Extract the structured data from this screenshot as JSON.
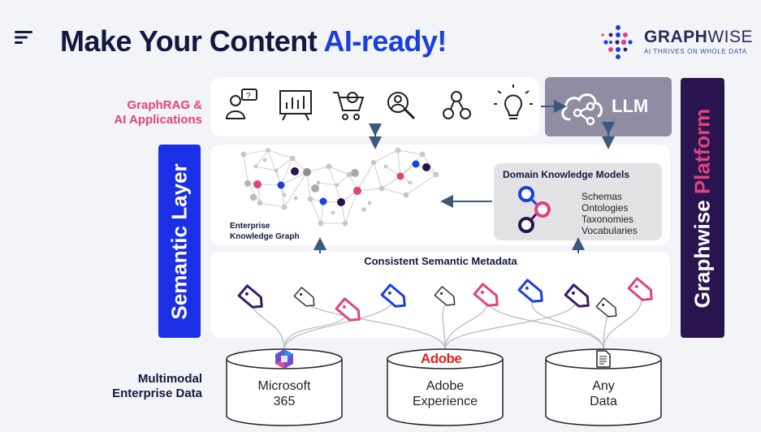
{
  "header": {
    "title_main": "Make Your Content ",
    "title_highlight": "AI-ready!",
    "brand_name_a": "GRAPH",
    "brand_name_b": "WISE",
    "brand_tagline": "AI THRIVES ON WHOLE DATA",
    "menu_icon": "menu-icon"
  },
  "left_labels": {
    "graphrag": "GraphRAG &\nAI Applications",
    "multimodal": "Multimodal\nEnterprise Data"
  },
  "semantic_layer": {
    "label": "Semantic Layer",
    "color": "#1a2fe6"
  },
  "platform": {
    "label_a": "Graphwise ",
    "label_b": "Platform",
    "color": "#2a1450",
    "accent": "#e0427e"
  },
  "apps": {
    "icons": [
      "user-question-icon",
      "presentation-chart-icon",
      "cart-icon",
      "user-search-icon",
      "team-network-icon",
      "lightbulb-icon"
    ]
  },
  "llm": {
    "label": "LLM",
    "icon": "cloud-share-icon",
    "color": "#8f8ca3"
  },
  "knowledge_graph": {
    "label": "Enterprise\nKnowledge Graph"
  },
  "domain_models": {
    "title": "Domain Knowledge Models",
    "items": [
      "Schemas",
      "Ontologies",
      "Taxonomies",
      "Vocabularies"
    ]
  },
  "metadata": {
    "title": "Consistent Semantic Metadata"
  },
  "sources": [
    {
      "label": "Microsoft\n365",
      "logo": "microsoft-365-logo"
    },
    {
      "label": "Adobe\nExperience",
      "logo": "adobe-logo",
      "logo_text": "Adobe"
    },
    {
      "label": "Any\nData",
      "logo": "document-icon"
    }
  ],
  "colors": {
    "navy": "#13183f",
    "blue": "#1a3fe0",
    "pink": "#e0427e",
    "purple": "#3a1a66",
    "grey": "#8f8ca3"
  }
}
